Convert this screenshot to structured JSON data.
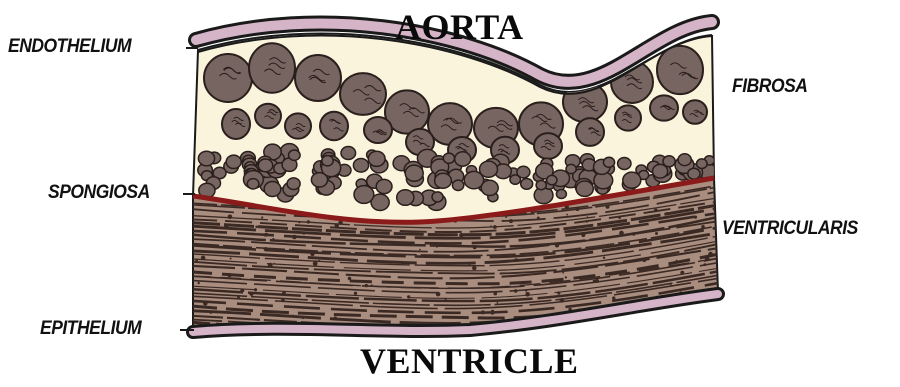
{
  "labels": {
    "top": "AORTA",
    "bottom": "VENTRICLE",
    "endothelium": "ENDOTHELIUM",
    "fibrosa": "FIBROSA",
    "spongiosa": "SPONGIOSA",
    "ventricularis": "VENTRICULARIS",
    "epithelium": "EPITHELIUM"
  },
  "colors": {
    "cream": "#fbf4dc",
    "cell": "#776561",
    "cell_stroke": "#2a1f1c",
    "muscle": "#a98d7f",
    "muscle_dark": "#3b2a24",
    "lining": "#d6b4c8",
    "spongiosa_line": "#8b1a1a"
  }
}
